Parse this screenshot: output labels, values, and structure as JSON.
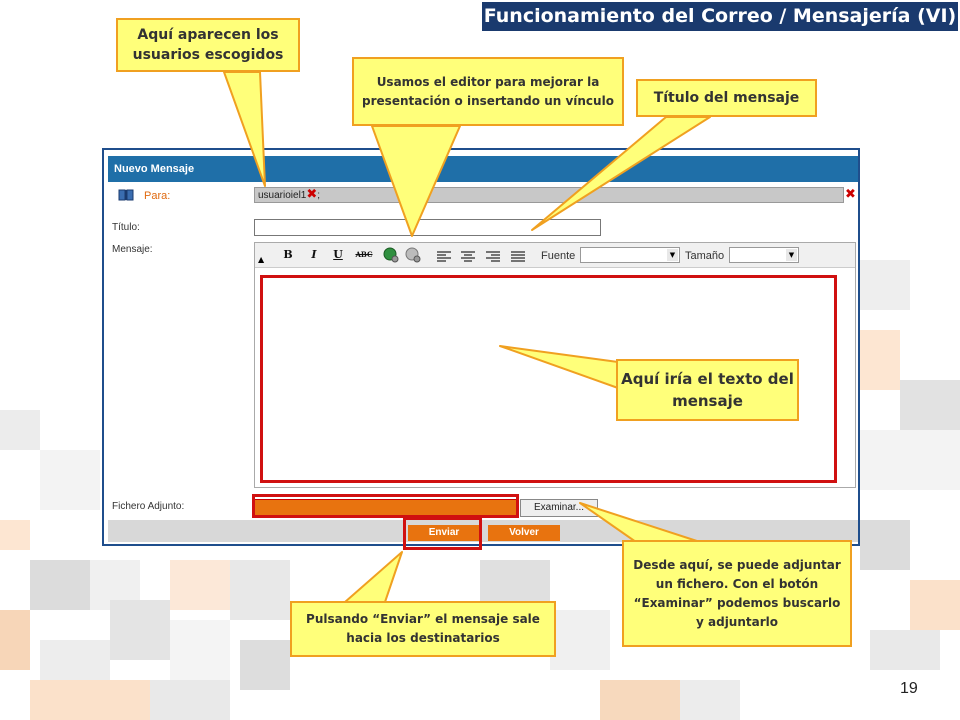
{
  "slide": {
    "title": "Funcionamiento del Correo / Mensajería (VI)",
    "page_number": "19"
  },
  "form": {
    "header": "Nuevo Mensaje",
    "to_label": "Para:",
    "to_value": "usuarioiel1",
    "to_separator": ";",
    "title_label": "Título:",
    "message_label": "Mensaje:",
    "attachment_label": "Fichero Adjunto:",
    "browse_label": "Examinar...",
    "send_label": "Enviar",
    "back_label": "Volver"
  },
  "toolbar": {
    "bold": "B",
    "italic": "I",
    "underline": "U",
    "strike": "ABC",
    "font_label": "Fuente",
    "size_label": "Tamaño"
  },
  "callouts": {
    "users": "Aquí aparecen los usuarios escogidos",
    "editor": "Usamos el editor para mejorar la presentación o insertando un vínculo",
    "title": "Título del mensaje",
    "body": "Aquí iría el texto del mensaje",
    "attach": "Desde aquí, se puede adjuntar un fichero. Con el botón “Examinar” podemos buscarlo y adjuntarlo",
    "send": "Pulsando “Enviar” el mensaje sale hacia los destinatarios"
  },
  "colors": {
    "accent": "#e8730f",
    "header_blue": "#1f6fa8",
    "callout_fill": "#ffff7a",
    "callout_border": "#f0a020",
    "highlight_red": "#d01010"
  }
}
